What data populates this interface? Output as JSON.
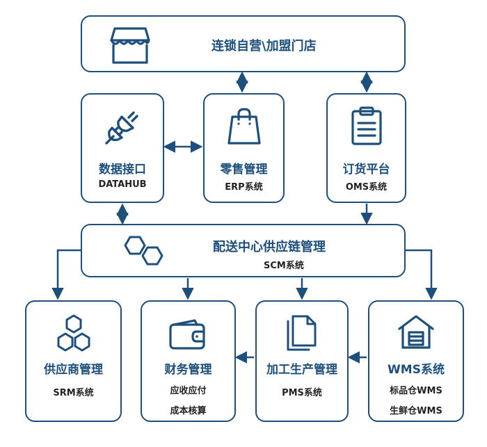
{
  "colors": {
    "primary": "#1c4f7c",
    "subtext": "#222222",
    "background": "#ffffff"
  },
  "nodes": {
    "store": {
      "title": "连锁自营\\加盟门店",
      "icon": "storefront-icon"
    },
    "datahub": {
      "title": "数据接口",
      "subtitle": "DATAHUB",
      "icon": "plug-icon"
    },
    "erp": {
      "title": "零售管理",
      "subtitle": "ERP系统",
      "icon": "shopping-bag-icon"
    },
    "oms": {
      "title": "订货平台",
      "subtitle": "OMS系统",
      "icon": "clipboard-icon"
    },
    "scm": {
      "title": "配送中心供应链管理",
      "subtitle": "SCM系统",
      "icon": "linked-hexagons-icon"
    },
    "srm": {
      "title": "供应商管理",
      "subtitle": "SRM系统",
      "icon": "hexagon-cluster-icon"
    },
    "finance": {
      "title": "财务管理",
      "lines": [
        "应收应付",
        "成本核算"
      ],
      "icon": "wallet-icon"
    },
    "pms": {
      "title": "加工生产管理",
      "subtitle": "PMS系统",
      "icon": "documents-icon"
    },
    "wms": {
      "title": "WMS系统",
      "lines": [
        "标品仓WMS",
        "生鲜仓WMS"
      ],
      "icon": "warehouse-icon"
    }
  }
}
